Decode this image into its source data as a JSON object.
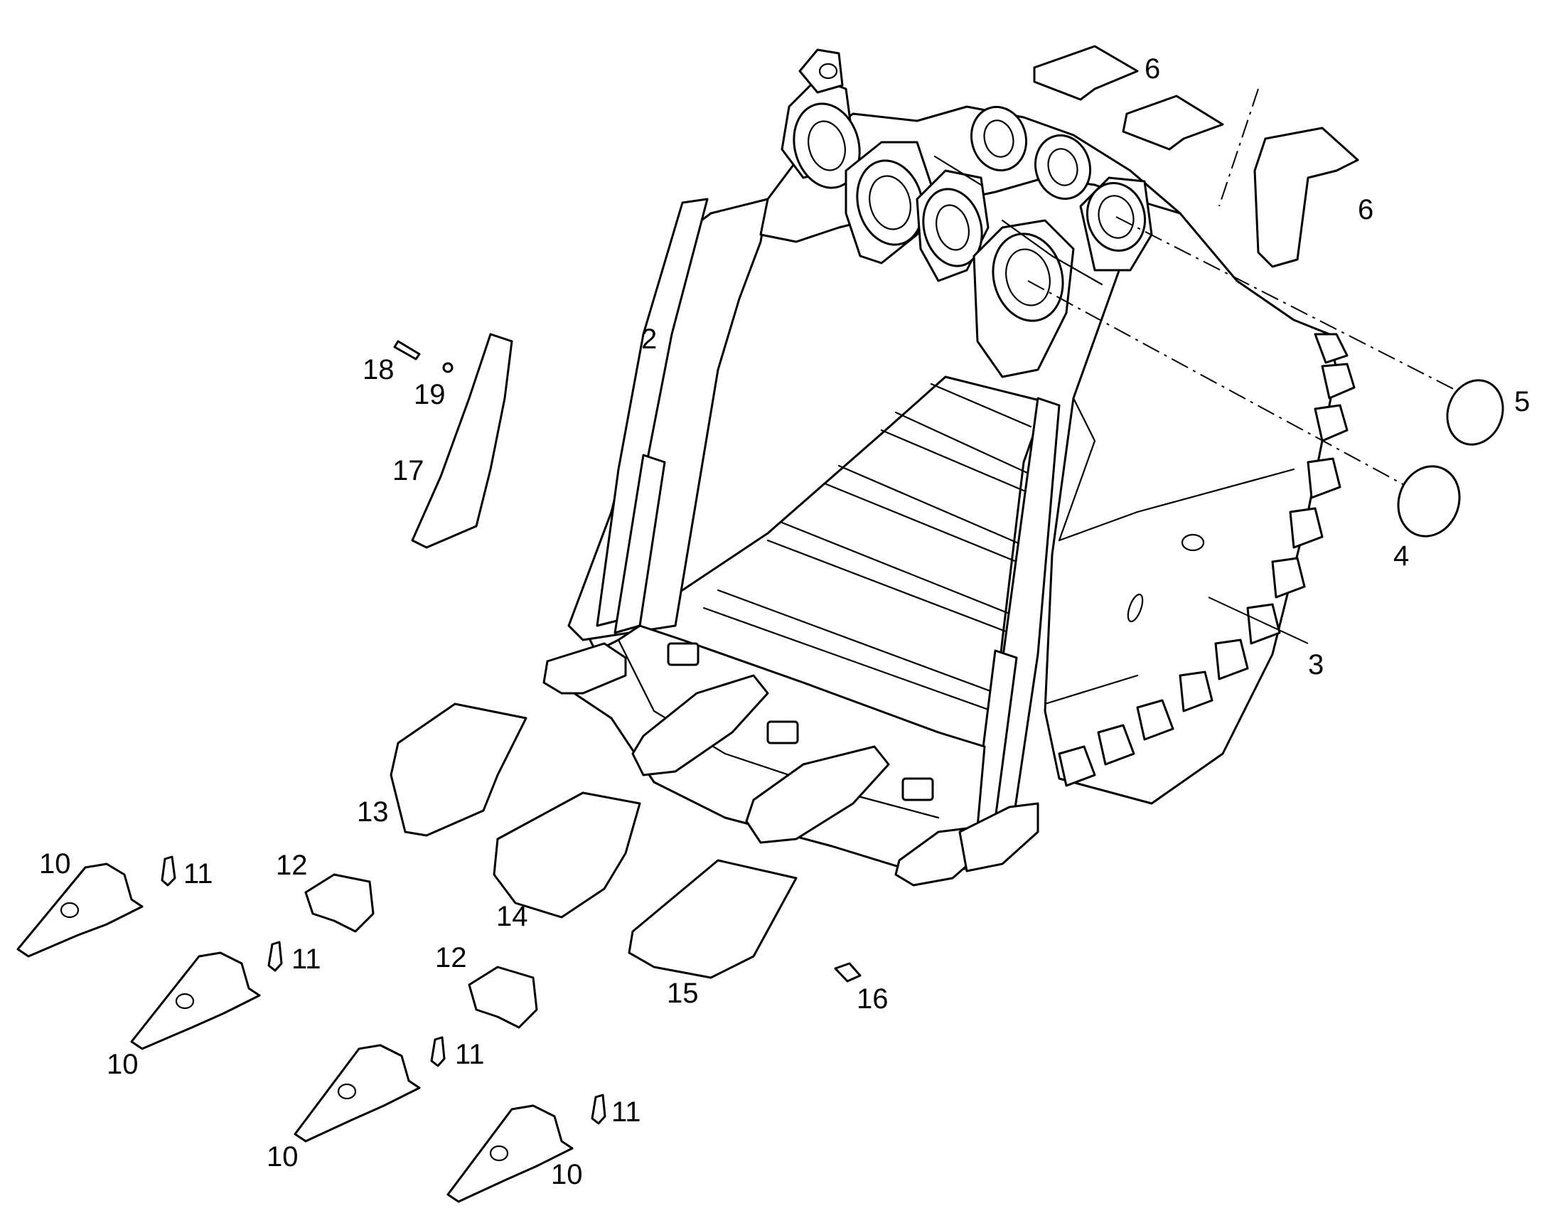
{
  "diagram": {
    "labels": {
      "bucket_side_plate": "2",
      "bucket_shell": "3",
      "cover_lower": "4",
      "cover_upper": "5",
      "wear_plate_a": "6",
      "wear_plate_b": "6",
      "tooth_1": "10",
      "tooth_2": "10",
      "tooth_3": "10",
      "tooth_4": "10",
      "pin_1": "11",
      "pin_2": "11",
      "pin_3": "11",
      "pin_4": "11",
      "wear_block_1": "12",
      "wear_block_2": "12",
      "adapter_13": "13",
      "adapter_14": "14",
      "adapter_15": "15",
      "lock_16": "16",
      "side_cutter_17": "17",
      "bolt_18": "18",
      "nut_19": "19"
    }
  }
}
